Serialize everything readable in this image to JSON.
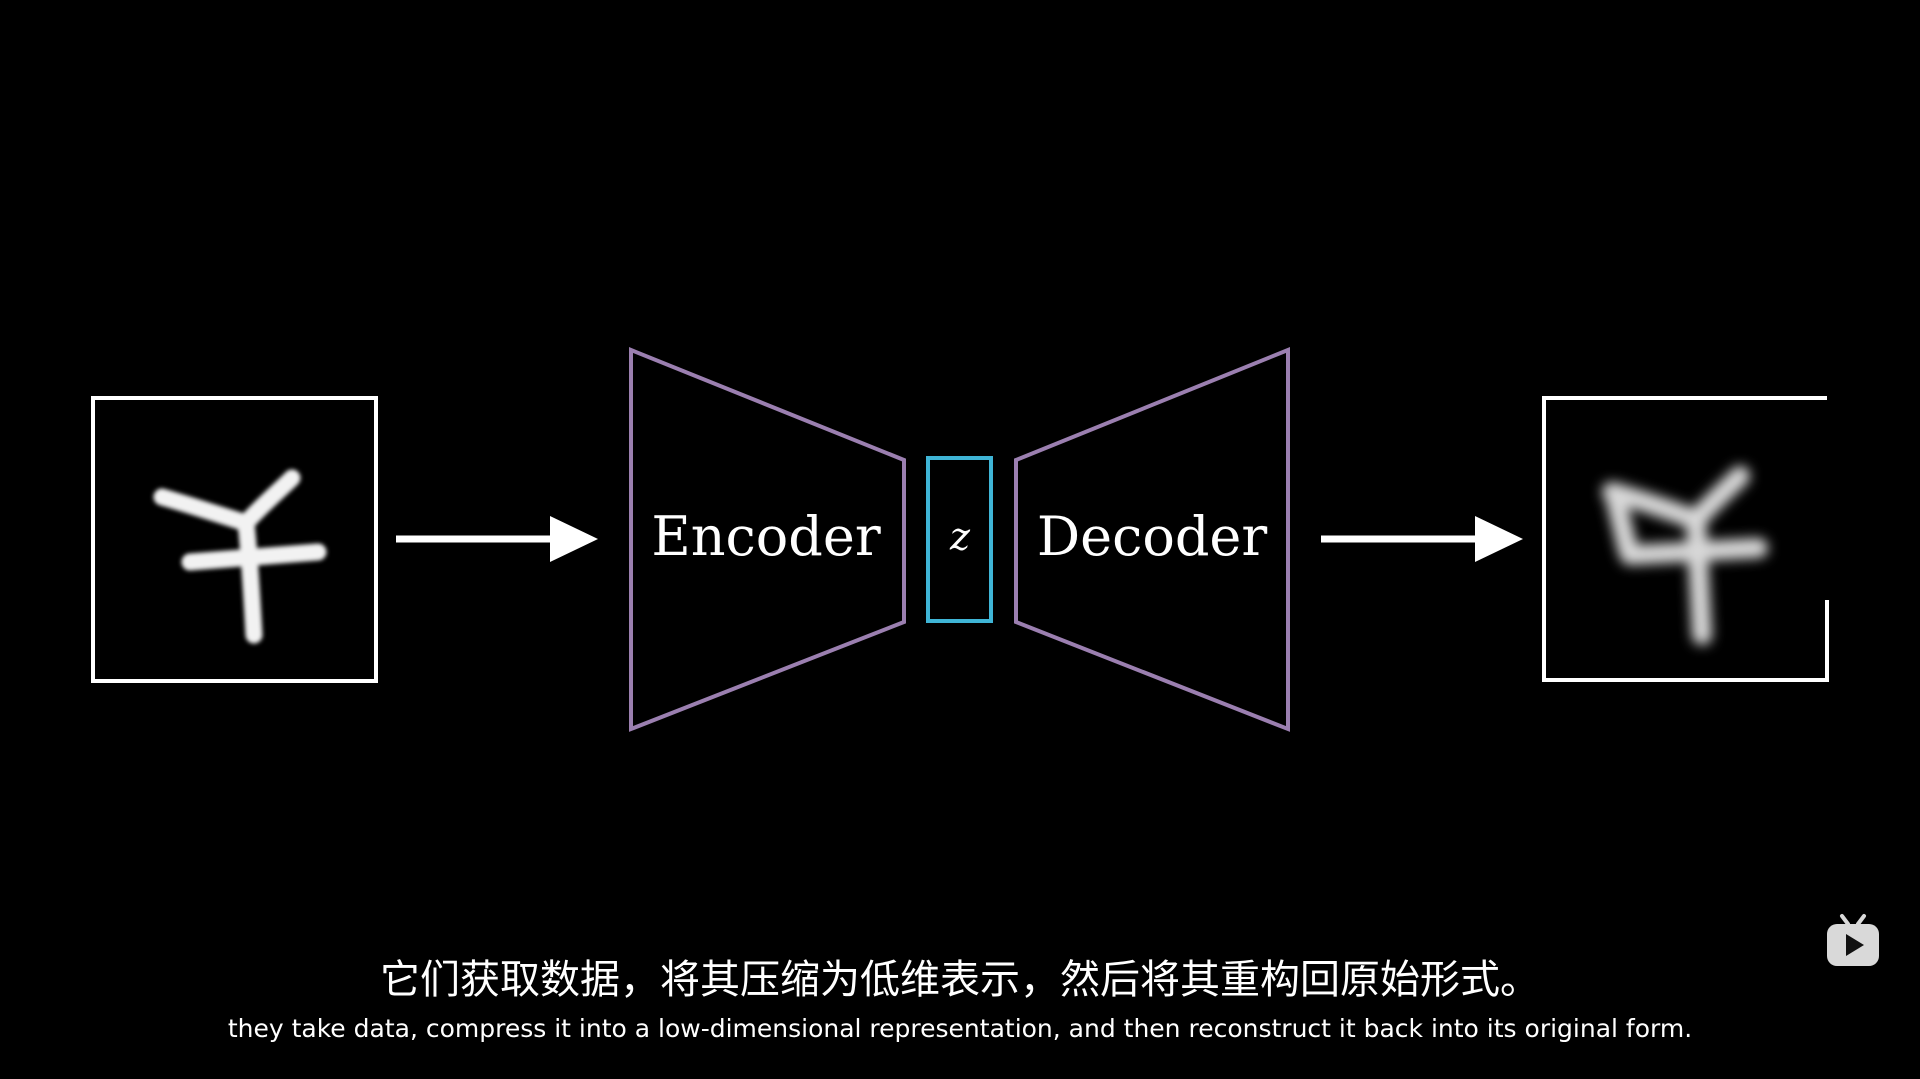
{
  "diagram": {
    "encoder_label": "Encoder",
    "latent_label": "z",
    "decoder_label": "Decoder",
    "colors": {
      "background": "#000000",
      "frame": "#ffffff",
      "trapezoid": "#9b7fb0",
      "latent": "#3fb5d6",
      "arrow": "#ffffff"
    },
    "input_image": "handwritten-digit-input",
    "output_image": "handwritten-digit-reconstruction"
  },
  "subtitles": {
    "zh": "它们获取数据，将其压缩为低维表示，然后将其重构回原始形式。",
    "en": "they take data, compress it into a low-dimensional representation, and then reconstruct it back into its original form."
  },
  "watermark": {
    "icon": "bilibili-tv-icon"
  }
}
